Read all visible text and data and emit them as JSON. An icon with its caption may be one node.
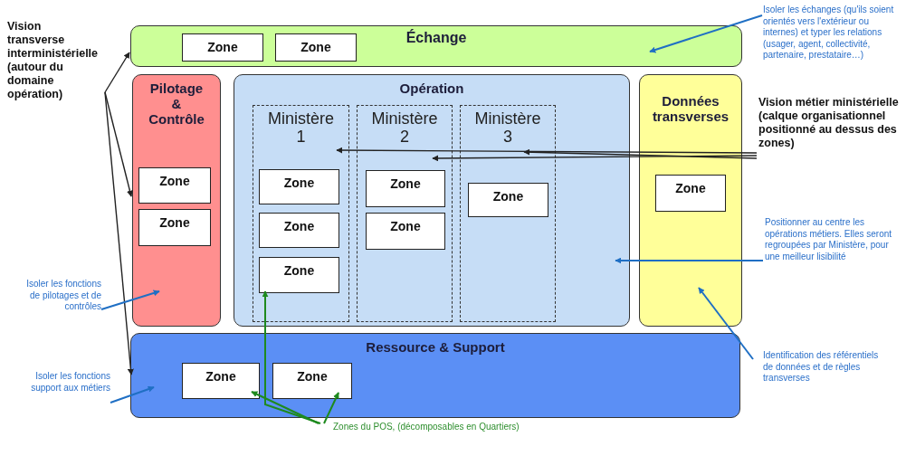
{
  "diagram": {
    "nodes": [
      {
        "text": [
          "Vision transverse interministérielle (autour du domaine opération)"
        ]
      },
      {
        "text": [
          "Échange"
        ]
      },
      {
        "text": [
          "Zone"
        ],
        "in": 1
      },
      {
        "text": [
          "Zone"
        ],
        "in": 1
      },
      {
        "text": [
          "Isoler les échanges (qu'ils soient orientés vers l'extérieur ou internes) et typer les relations (usager, agent, collectivité, partenaire, prestataire…)"
        ]
      },
      {
        "text": [
          "Pilotage & Contrôle"
        ]
      },
      {
        "text": [
          "Zone"
        ],
        "in": 5
      },
      {
        "text": [
          "Zone"
        ],
        "in": 5
      },
      {
        "text": [
          "Opération"
        ]
      },
      {
        "text": [
          "Ministère 1"
        ],
        "in": 8
      },
      {
        "text": [
          "Zone"
        ],
        "in": 9
      },
      {
        "text": [
          "Zone"
        ],
        "in": 9
      },
      {
        "text": [
          "Zone"
        ],
        "in": 9
      },
      {
        "text": [
          "Ministère 2"
        ],
        "in": 8
      },
      {
        "text": [
          "Zone"
        ],
        "in": 13
      },
      {
        "text": [
          "Zone"
        ],
        "in": 13
      },
      {
        "text": [
          "Ministère 3"
        ],
        "in": 8
      },
      {
        "text": [
          "Zone"
        ],
        "in": 16
      },
      {
        "text": [
          "Données transverses"
        ]
      },
      {
        "text": [
          "Zone"
        ],
        "in": 18
      },
      {
        "text": [
          "Vision métier ministérielle (calque organisationnel positionné au dessus des zones)"
        ]
      },
      {
        "text": [
          "Positionner au centre les opérations métiers. Elles seront regroupées par Ministère, pour une meilleur lisibilité"
        ]
      },
      {
        "text": [
          "Isoler les fonctions de pilotages et de contrôles"
        ]
      },
      {
        "text": [
          "Ressource & Support"
        ]
      },
      {
        "text": [
          "Zone"
        ],
        "in": 23
      },
      {
        "text": [
          "Zone"
        ],
        "in": 23
      },
      {
        "text": [
          "Isoler les fonctions support aux métiers"
        ]
      },
      {
        "text": [
          "Identification des référentiels de données et de règles transverses"
        ]
      },
      {
        "text": [
          "Zones du POS, (décomposables en Quartiers)"
        ]
      }
    ],
    "edges": [
      {
        "from": 0,
        "to": 1,
        "arrow": "to",
        "color": "#222222"
      },
      {
        "from": 0,
        "to": 5,
        "arrow": "to",
        "color": "#222222"
      },
      {
        "from": 0,
        "to": 23,
        "arrow": "to",
        "color": "#222222"
      },
      {
        "from": 4,
        "to": 1,
        "arrow": "to",
        "color": "#1f6fc4"
      },
      {
        "from": 20,
        "to": 9,
        "arrow": "to",
        "color": "#222222"
      },
      {
        "from": 20,
        "to": 13,
        "arrow": "to",
        "color": "#222222"
      },
      {
        "from": 20,
        "to": 16,
        "arrow": "to",
        "color": "#222222"
      },
      {
        "from": 21,
        "to": 8,
        "arrow": "to",
        "color": "#1f6fc4"
      },
      {
        "from": 22,
        "to": 5,
        "arrow": "to",
        "color": "#1f6fc4"
      },
      {
        "from": 26,
        "to": 23,
        "arrow": "to",
        "color": "#1f6fc4"
      },
      {
        "from": 27,
        "to": 18,
        "arrow": "to",
        "color": "#1f6fc4"
      },
      {
        "from": 28,
        "to": 12,
        "arrow": "to",
        "color": "#1e8a1e"
      },
      {
        "from": 28,
        "to": 24,
        "arrow": "to",
        "color": "#1e8a1e"
      },
      {
        "from": 28,
        "to": 25,
        "arrow": "to",
        "color": "#1e8a1e"
      }
    ]
  }
}
